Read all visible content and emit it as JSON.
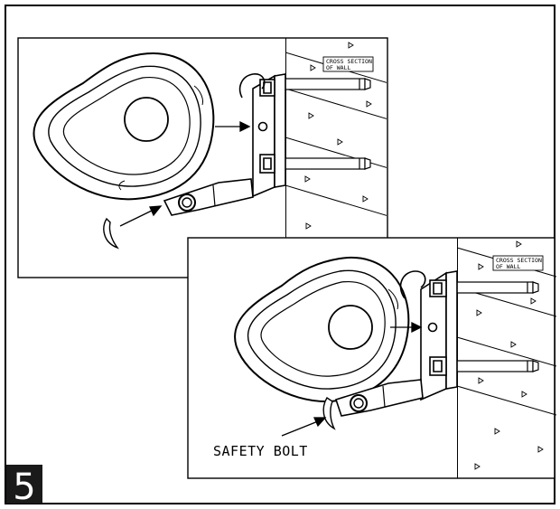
{
  "diagram": {
    "step_number": "5",
    "top_panel": {
      "wall_label_line1": "CROSS SECTION",
      "wall_label_line2": "OF WALL"
    },
    "bottom_panel": {
      "wall_label_line1": "CROSS SECTION",
      "wall_label_line2": "OF WALL",
      "callout": "SAFETY BOLT"
    },
    "colors": {
      "line": "#000000",
      "background": "#ffffff",
      "badge": "#1a1a1a"
    }
  }
}
